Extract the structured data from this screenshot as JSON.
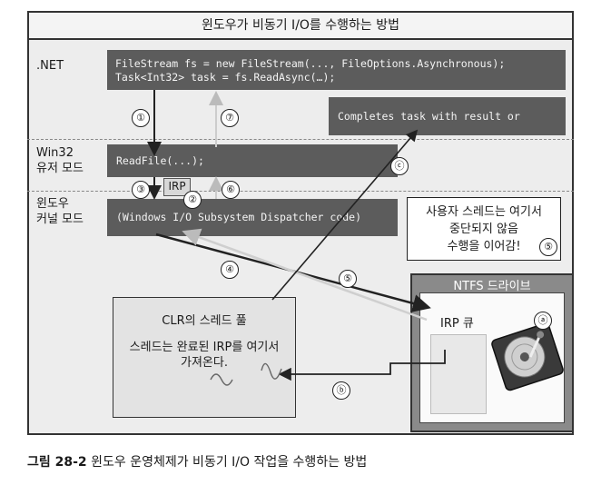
{
  "diagram_title": "윈도우가 비동기 I/O를 수행하는 방법",
  "layers": {
    "dotnet": ".NET",
    "win32_line1": "Win32",
    "win32_line2": "유저 모드",
    "kernel_line1": "윈도우",
    "kernel_line2": "커널 모드"
  },
  "code": {
    "line1": "FileStream fs = new FileStream(..., FileOptions.Asynchronous);",
    "line2": "Task<Int32> task = fs.ReadAsync(…);",
    "completes": "Completes task with result or",
    "readfile": "ReadFile(...);",
    "dispatcher": "(Windows I/O Subsystem Dispatcher code)"
  },
  "irp_tag": "IRP",
  "steps": {
    "s1": "①",
    "s2": "②",
    "s3": "③",
    "s4": "④",
    "s5a": "⑤",
    "s5b": "⑤",
    "s6": "⑥",
    "s7": "⑦",
    "sa": "ⓐ",
    "sb": "ⓑ",
    "sc": "ⓒ"
  },
  "callout": {
    "line1": "사용자 스레드는 여기서",
    "line2": "중단되지 않음",
    "line3": "수행을 이어감!"
  },
  "ntfs": {
    "title": "NTFS 드라이브",
    "queue": "IRP 큐"
  },
  "clr": {
    "title": "CLR의 스레드 풀",
    "text_line1": "스레드는 완료된 IRP를 여기서",
    "text_line2": "가져온다."
  },
  "caption": {
    "label": "그림 28-2",
    "text": " 윈도우 운영체제가 비동기 I/O 작업을 수행하는 방법"
  },
  "colors": {
    "code_box": "#5c5c5c",
    "frame": "#ededed",
    "ntfs_border": "#8a8a8a"
  }
}
